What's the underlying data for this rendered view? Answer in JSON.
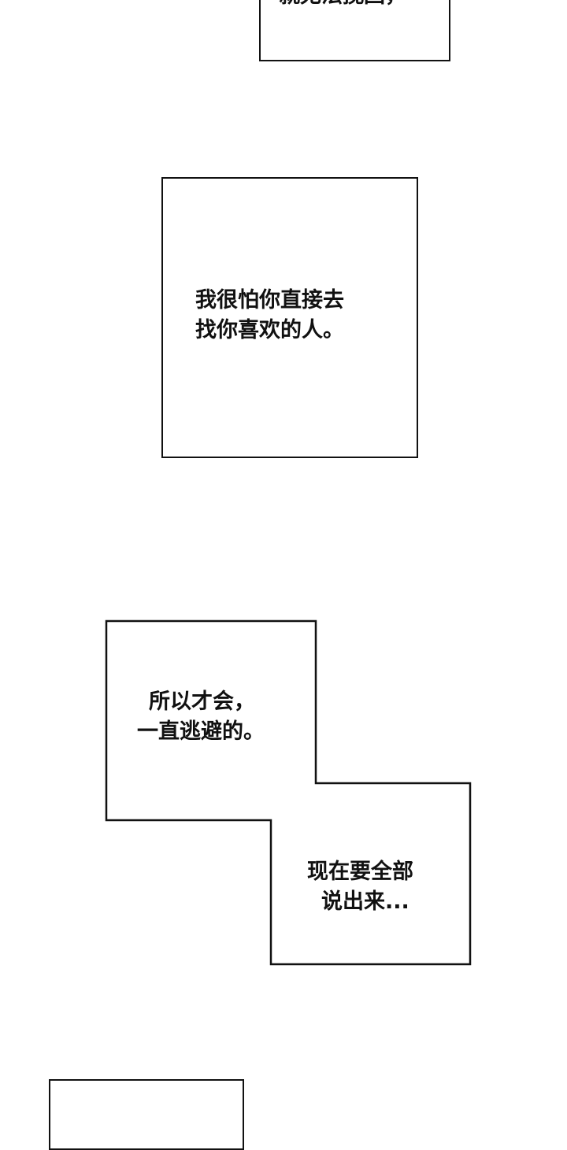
{
  "panels": [
    {
      "lines": [
        "就无法挽回，"
      ]
    },
    {
      "lines": [
        "我很怕你直接去",
        "找你喜欢的人。"
      ]
    },
    {
      "lines": [
        "所以才会，",
        "一直逃避的。"
      ]
    },
    {
      "lines": [
        "现在要全部",
        "说出来..."
      ]
    },
    {
      "lines": []
    }
  ]
}
